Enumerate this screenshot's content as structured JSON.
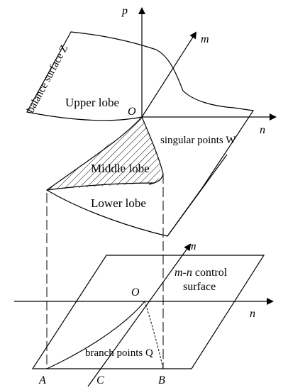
{
  "axes": {
    "top": {
      "p": "p",
      "m": "m",
      "n": "n",
      "origin": "O"
    },
    "bottom": {
      "m": "m",
      "n": "n",
      "origin": "O"
    }
  },
  "labels": {
    "balance_surface": "balance surface Z",
    "upper_lobe": "Upper lobe",
    "middle_lobe": "Middle lobe",
    "lower_lobe": "Lower lobe",
    "singular_points": "singular points W",
    "control_surface_line1_italic": "m-n",
    "control_surface_line1_rest": " control",
    "control_surface_line2": "surface",
    "branch_points": "branch points Q",
    "point_A": "A",
    "point_B": "B",
    "point_C": "C"
  }
}
